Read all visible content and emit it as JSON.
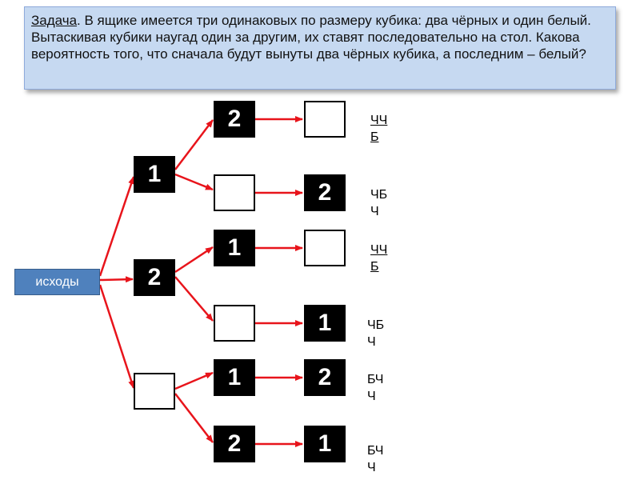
{
  "task": {
    "label": "Задача",
    "text": ". В ящике имеется три одинаковых по размеру кубика: два чёрных и один белый. Вытаскивая кубики наугад один за другим, их ставят последовательно на стол. Какова вероятность того, что сначала будут вынуты два чёрных кубика, а последним – белый?"
  },
  "root": {
    "label": "исходы"
  },
  "cubes": {
    "l1_a": "1",
    "l1_b": "2",
    "l1_c": "",
    "l2_a": "2",
    "l2_b": "",
    "l2_c": "1",
    "l2_d": "",
    "l2_e": "1",
    "l2_f": "2",
    "l3_a": "",
    "l3_b": "2",
    "l3_c": "",
    "l3_d": "1",
    "l3_e": "2",
    "l3_f": "1"
  },
  "results": [
    {
      "line1": "ЧЧ",
      "line2": "Б",
      "underlined": true
    },
    {
      "line1": "ЧБ",
      "line2": "Ч",
      "underlined": false
    },
    {
      "line1": "ЧЧ",
      "line2": "Б",
      "underlined": true
    },
    {
      "line1": "ЧБ",
      "line2": "Ч",
      "underlined": false
    },
    {
      "line1": "БЧ",
      "line2": "Ч",
      "underlined": false
    },
    {
      "line1": "БЧ",
      "line2": "Ч",
      "underlined": false
    }
  ],
  "colors": {
    "arrow": "#e8141b",
    "task_background": "#c6d9f1",
    "root_background": "#4f81bd",
    "black_cube": "#000000",
    "white_cube": "#ffffff"
  }
}
